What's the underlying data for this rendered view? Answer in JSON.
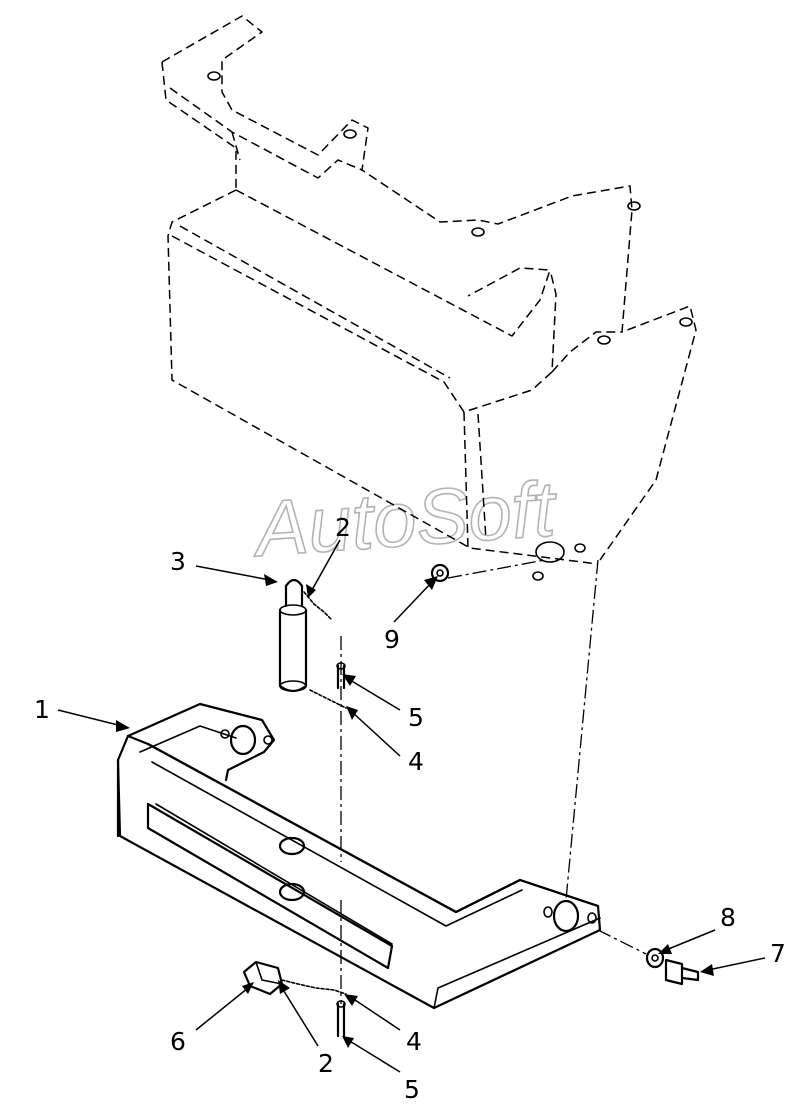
{
  "watermark": "AutoSoft",
  "callouts": [
    {
      "id": "c1",
      "text": "1"
    },
    {
      "id": "c2a",
      "text": "2"
    },
    {
      "id": "c3",
      "text": "3"
    },
    {
      "id": "c9",
      "text": "9"
    },
    {
      "id": "c5a",
      "text": "5"
    },
    {
      "id": "c4a",
      "text": "4"
    },
    {
      "id": "c8",
      "text": "8"
    },
    {
      "id": "c7",
      "text": "7"
    },
    {
      "id": "c6",
      "text": "6"
    },
    {
      "id": "c4b",
      "text": "4"
    },
    {
      "id": "c2b",
      "text": "2"
    },
    {
      "id": "c5b",
      "text": "5"
    }
  ]
}
